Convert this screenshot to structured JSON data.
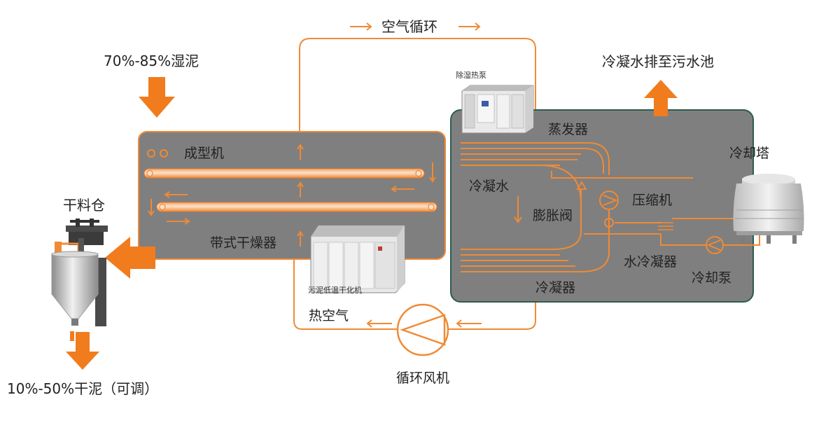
{
  "labels": {
    "air_cycle": "空气循环",
    "wet_sludge": "70%-85%湿泥",
    "condensate_drain": "冷凝水排至污水池",
    "dehumid_pump": "除湿热泵",
    "former": "成型机",
    "belt_dryer": "带式干燥器",
    "dry_bin": "干料仓",
    "dry_sludge": "10%-50%干泥（可调）",
    "dryer_machine": "污泥低温干化机",
    "hot_air": "热空气",
    "circ_fan": "循环风机",
    "evaporator": "蒸发器",
    "cooling_tower": "冷却塔",
    "condensate_water": "冷凝水",
    "expansion_valve": "膨胀阀",
    "compressor": "压缩机",
    "water_condenser": "水冷凝器",
    "cooling_pump": "冷却泵",
    "condenser": "冷凝器"
  },
  "colors": {
    "flow": "#f08a35",
    "arrow": "#f07c1e",
    "panel": "#7f7f7f",
    "panel_border": "#2c5c50"
  }
}
